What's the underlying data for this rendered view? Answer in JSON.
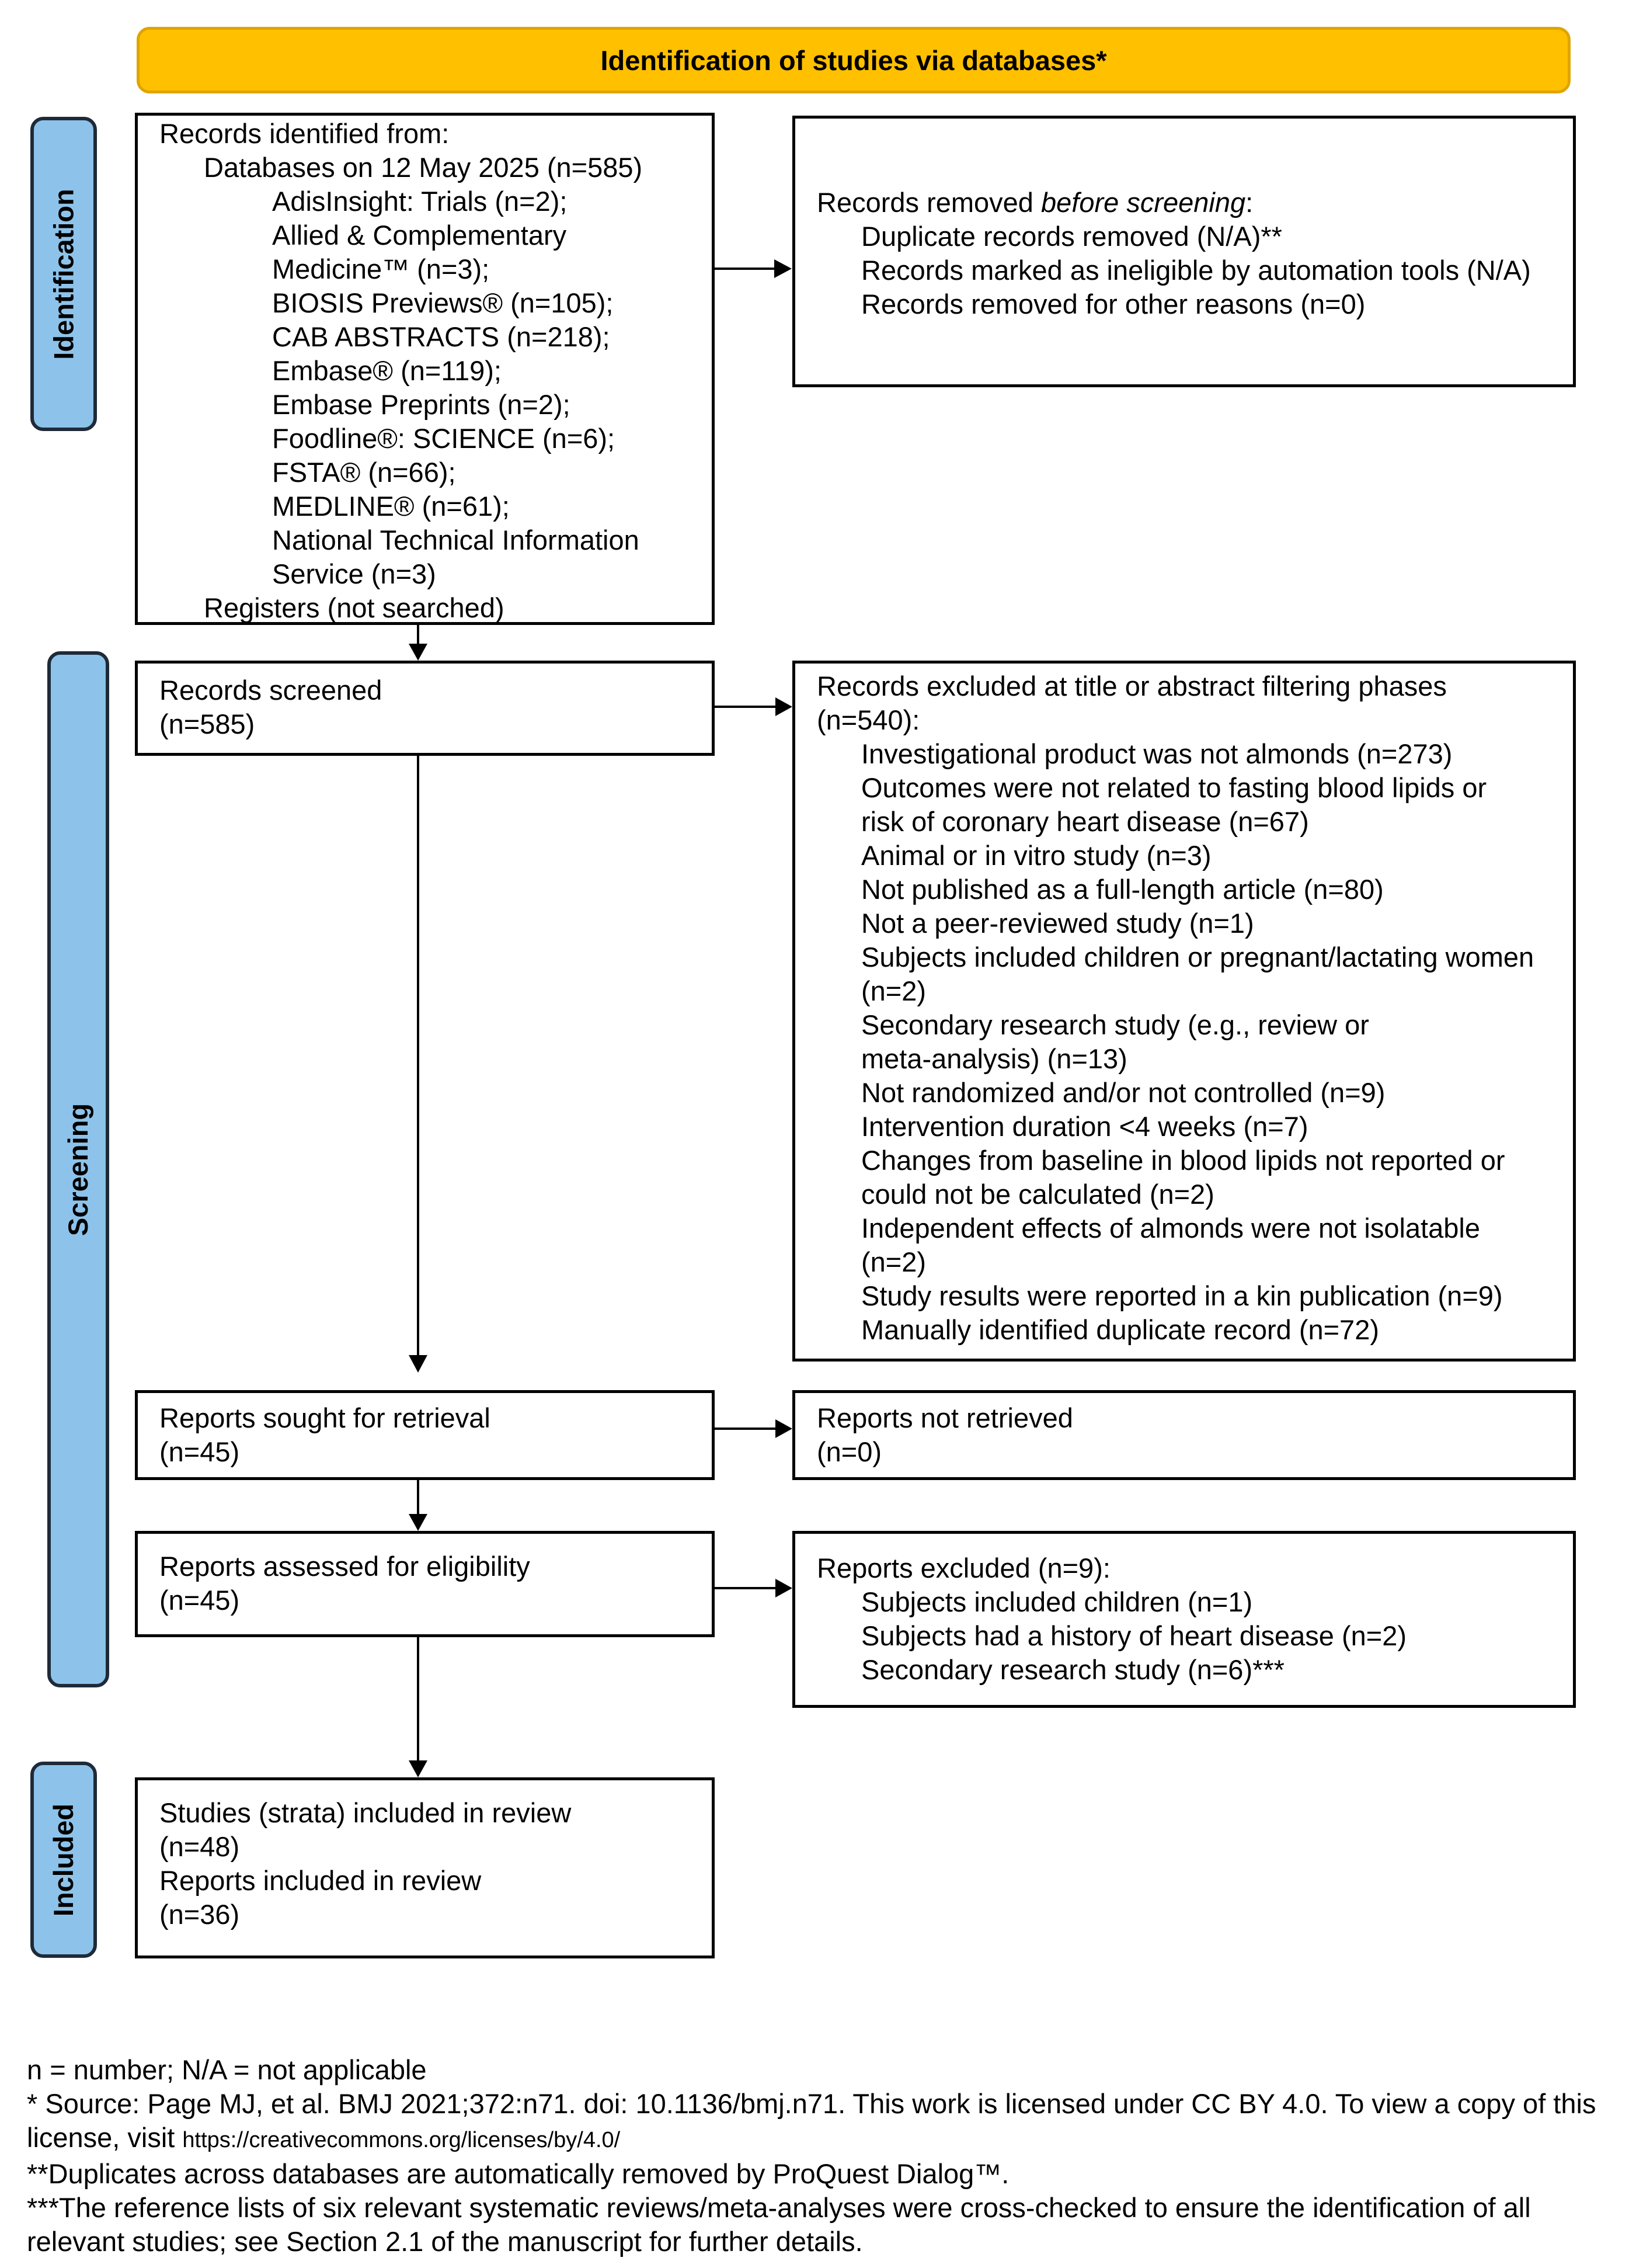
{
  "colors": {
    "header_fill": "#ffc000",
    "stage_fill": "#8dc3ea",
    "border": "#000000"
  },
  "header": {
    "title": "Identification of studies via databases*"
  },
  "stages": {
    "identification": "Identification",
    "screening": "Screening",
    "included": "Included"
  },
  "identification": {
    "records_identified": {
      "heading": "Records identified from:",
      "databases_heading": "Databases on 12 May 2025 (n=585)",
      "databases": [
        "AdisInsight: Trials (n=2);",
        "Allied & Complementary",
        "Medicine™ (n=3);",
        "BIOSIS Previews® (n=105);",
        "CAB ABSTRACTS (n=218);",
        "Embase® (n=119);",
        "Embase Preprints (n=2);",
        "Foodline®: SCIENCE (n=6);",
        "FSTA® (n=66);",
        "MEDLINE® (n=61);",
        "National Technical Information",
        "Service (n=3)"
      ],
      "registers": "Registers (not searched)"
    },
    "records_removed": {
      "heading_prefix": "Records removed ",
      "heading_emphasis": "before screening",
      "heading_suffix": ":",
      "items": [
        "Duplicate records removed (N/A)**",
        "Records marked as ineligible by automation tools (N/A)",
        "Records removed for other reasons (n=0)"
      ]
    }
  },
  "screening": {
    "records_screened": {
      "label": "Records screened",
      "count": "(n=585)"
    },
    "records_excluded": {
      "heading": "Records excluded at title or abstract filtering phases",
      "count": "(n=540):",
      "items": [
        "Investigational product was not almonds (n=273)",
        "Outcomes were not related to fasting blood lipids or",
        "risk of coronary heart disease (n=67)",
        "Animal or in vitro study (n=3)",
        "Not published as a full-length article (n=80)",
        "Not a peer-reviewed study (n=1)",
        "Subjects included children or pregnant/lactating women",
        "(n=2)",
        "Secondary research study (e.g., review or",
        "meta-analysis) (n=13)",
        "Not randomized and/or not controlled (n=9)",
        "Intervention duration <4 weeks (n=7)",
        "Changes from baseline in blood lipids not reported or",
        "could not be calculated (n=2)",
        "Independent effects of almonds were not isolatable",
        "(n=2)",
        "Study results were reported in a kin publication (n=9)",
        "Manually identified duplicate record (n=72)"
      ]
    },
    "reports_sought": {
      "label": "Reports sought for retrieval",
      "count": "(n=45)"
    },
    "reports_not_retrieved": {
      "label": "Reports not retrieved",
      "count": "(n=0)"
    },
    "reports_assessed": {
      "label": "Reports assessed for eligibility",
      "count": "(n=45)"
    },
    "reports_excluded": {
      "heading": "Reports excluded (n=9):",
      "items": [
        "Subjects included children (n=1)",
        "Subjects had a history of heart disease (n=2)",
        "Secondary research study (n=6)***"
      ]
    }
  },
  "included": {
    "studies_label": "Studies (strata) included in review",
    "studies_count": "(n=48)",
    "reports_label": "Reports included in review",
    "reports_count": "(n=36)"
  },
  "footnotes": {
    "abbrev": "n = number; N/A = not applicable",
    "source": "* Source: Page MJ, et al. BMJ 2021;372:n71. doi: 10.1136/bmj.n71. This work is licensed under CC BY 4.0. To view a copy of this license, visit ",
    "source_url": "https://creativecommons.org/licenses/by/4.0/",
    "duplicates": "**Duplicates across databases are automatically removed by ProQuest Dialog™.",
    "references": "***The reference lists of six relevant systematic reviews/meta-analyses were cross-checked to ensure the identification of all relevant studies; see Section 2.1 of the manuscript for further details."
  }
}
